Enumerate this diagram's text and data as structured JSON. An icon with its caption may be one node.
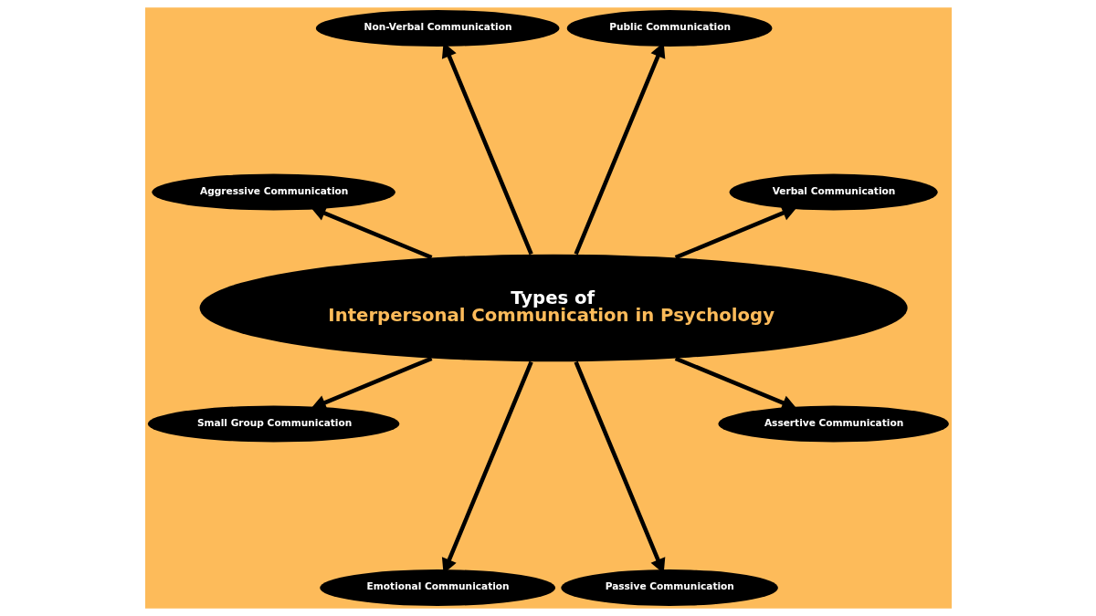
{
  "diagram": {
    "nodes": [
      {
        "text": [
          "Verbal Communication"
        ]
      },
      {
        "text": [
          "Public Communication"
        ]
      },
      {
        "text": [
          "Non-Verbal Communication"
        ]
      },
      {
        "text": [
          "Types of",
          "Interpersonal Communication in Psychology"
        ]
      },
      {
        "text": [
          "Aggressive Communication"
        ]
      },
      {
        "text": [
          "Small Group Communication"
        ]
      },
      {
        "text": [
          "Emotional Communication"
        ]
      },
      {
        "text": [
          "Passive Communication"
        ]
      },
      {
        "text": [
          "Assertive Communication"
        ]
      }
    ],
    "edges": [
      {
        "from": 3,
        "to": 0,
        "arrow": "to"
      },
      {
        "from": 3,
        "to": 2,
        "arrow": "to"
      },
      {
        "from": 3,
        "to": 5,
        "arrow": "to"
      },
      {
        "from": 3,
        "to": 6,
        "arrow": "to"
      },
      {
        "from": 3,
        "to": 8,
        "arrow": "to"
      },
      {
        "from": 3,
        "to": 7,
        "arrow": "to"
      },
      {
        "from": 3,
        "to": 4,
        "arrow": "to"
      },
      {
        "from": 3,
        "to": 1,
        "arrow": "to"
      }
    ]
  }
}
